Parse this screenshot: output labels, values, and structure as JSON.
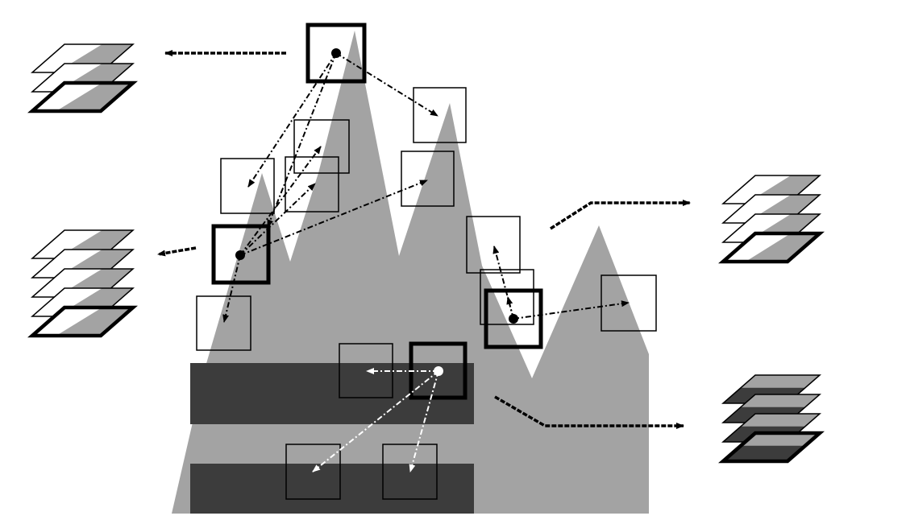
{
  "colors": {
    "background": "#ffffff",
    "mountain": "#a3a3a3",
    "dark_band": "#3c3c3c",
    "stroke": "#000000",
    "white_stroke": "#ffffff"
  },
  "icons": {
    "arrow": "dashed-arrow-icon",
    "stack": "layer-stack-icon",
    "window": "patch-window-icon"
  },
  "stacks": [
    {
      "id": "top-left",
      "layers": 3,
      "fill": "light"
    },
    {
      "id": "mid-left",
      "layers": 5,
      "fill": "light"
    },
    {
      "id": "top-right",
      "layers": 4,
      "fill": "light"
    },
    {
      "id": "bottom-right",
      "layers": 4,
      "fill": "dark"
    }
  ]
}
